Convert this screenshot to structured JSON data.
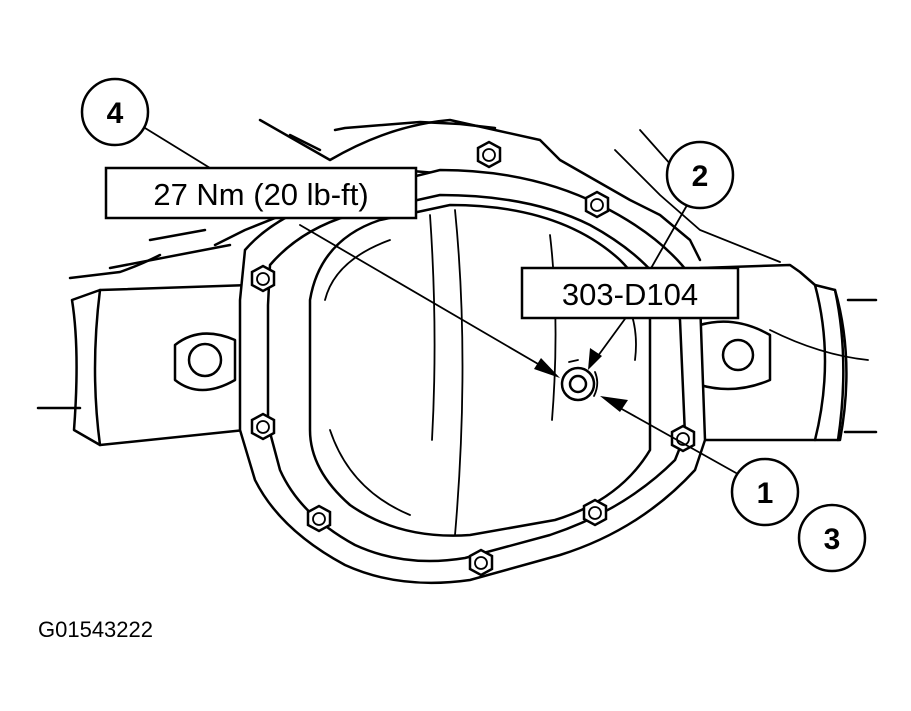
{
  "callouts": {
    "torque": "27 Nm (20 lb-ft)",
    "tool": "303-D104"
  },
  "item_numbers": {
    "n1": "1",
    "n2": "2",
    "n3": "3",
    "n4": "4"
  },
  "figure_ref": "G01543222"
}
